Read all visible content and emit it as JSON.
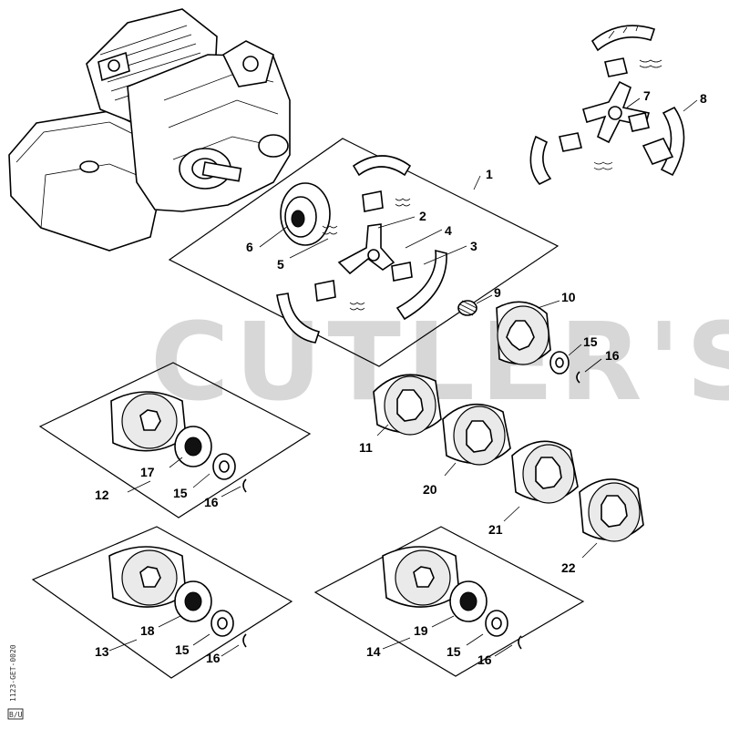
{
  "watermark": "CUTLER'S",
  "side_code": "1123-GET-0020",
  "side_code_box": "B/U",
  "callouts": [
    {
      "id": "c1",
      "text": "1"
    },
    {
      "id": "c2",
      "text": "2"
    },
    {
      "id": "c3",
      "text": "3"
    },
    {
      "id": "c4",
      "text": "4"
    },
    {
      "id": "c5",
      "text": "5"
    },
    {
      "id": "c6",
      "text": "6"
    },
    {
      "id": "c7",
      "text": "7"
    },
    {
      "id": "c8",
      "text": "8"
    },
    {
      "id": "c9",
      "text": "9"
    },
    {
      "id": "c10",
      "text": "10"
    },
    {
      "id": "c11",
      "text": "11"
    },
    {
      "id": "c12",
      "text": "12"
    },
    {
      "id": "c13",
      "text": "13"
    },
    {
      "id": "c14",
      "text": "14"
    },
    {
      "id": "c15a",
      "text": "15"
    },
    {
      "id": "c15b",
      "text": "15"
    },
    {
      "id": "c15c",
      "text": "15"
    },
    {
      "id": "c15d",
      "text": "15"
    },
    {
      "id": "c16a",
      "text": "16"
    },
    {
      "id": "c16b",
      "text": "16"
    },
    {
      "id": "c16c",
      "text": "16"
    },
    {
      "id": "c16d",
      "text": "16"
    },
    {
      "id": "c17",
      "text": "17"
    },
    {
      "id": "c18",
      "text": "18"
    },
    {
      "id": "c19",
      "text": "19"
    },
    {
      "id": "c20",
      "text": "20"
    },
    {
      "id": "c21",
      "text": "21"
    },
    {
      "id": "c22",
      "text": "22"
    }
  ]
}
